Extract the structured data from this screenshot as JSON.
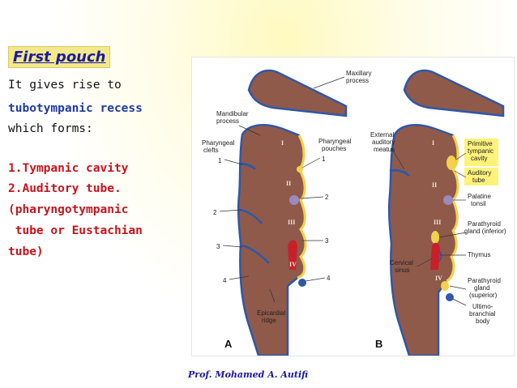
{
  "slide": {
    "title": "First pouch",
    "intro": "It gives rise to",
    "term": "tubotympanic recess",
    "which_forms": "which forms:",
    "items": [
      "1.Tympanic cavity",
      "2.Auditory tube.",
      "(pharyngotympanic",
      " tube or Eustachian",
      "tube)"
    ],
    "footer": "Prof. Mohamed A. Autifi"
  },
  "figure": {
    "panel_a": "A",
    "panel_b": "B",
    "labels_a": {
      "maxillary": [
        "Maxillary",
        "process"
      ],
      "mandibular": [
        "Mandibular",
        "process"
      ],
      "clefts": [
        "Pharyngeal",
        "clefts"
      ],
      "pouches": [
        "Pharyngeal",
        "pouches"
      ],
      "epicardial": [
        "Epicardial",
        "ridge"
      ],
      "numbers": [
        "1",
        "2",
        "3",
        "4",
        "1",
        "2",
        "3",
        "4"
      ],
      "arches": [
        "I",
        "II",
        "III",
        "IV"
      ]
    },
    "labels_b": {
      "meatus": [
        "External",
        "auditory",
        "meatus"
      ],
      "primitive": [
        "Primitive",
        "tympanic",
        "cavity"
      ],
      "auditory_tube": [
        "Auditory",
        "tube"
      ],
      "palatine": [
        "Palatine",
        "tonsil"
      ],
      "parathyroid_inf": [
        "Parathyroid",
        "gland (inferior)"
      ],
      "thymus": "Thymus",
      "cervical": [
        "Cervical",
        "sinus"
      ],
      "parathyroid_sup": [
        "Parathyroid",
        "gland",
        "(superior)"
      ],
      "ultimo": [
        "Ultimo-",
        "branchial",
        "body"
      ],
      "arches": [
        "I",
        "II",
        "III",
        "IV"
      ]
    },
    "colors": {
      "tissue": "#8f5a4a",
      "endoderm": "#f1d24a",
      "ectoderm": "#2f57a8",
      "thymus": "#c8202a",
      "highlight": "#fff27a"
    }
  }
}
